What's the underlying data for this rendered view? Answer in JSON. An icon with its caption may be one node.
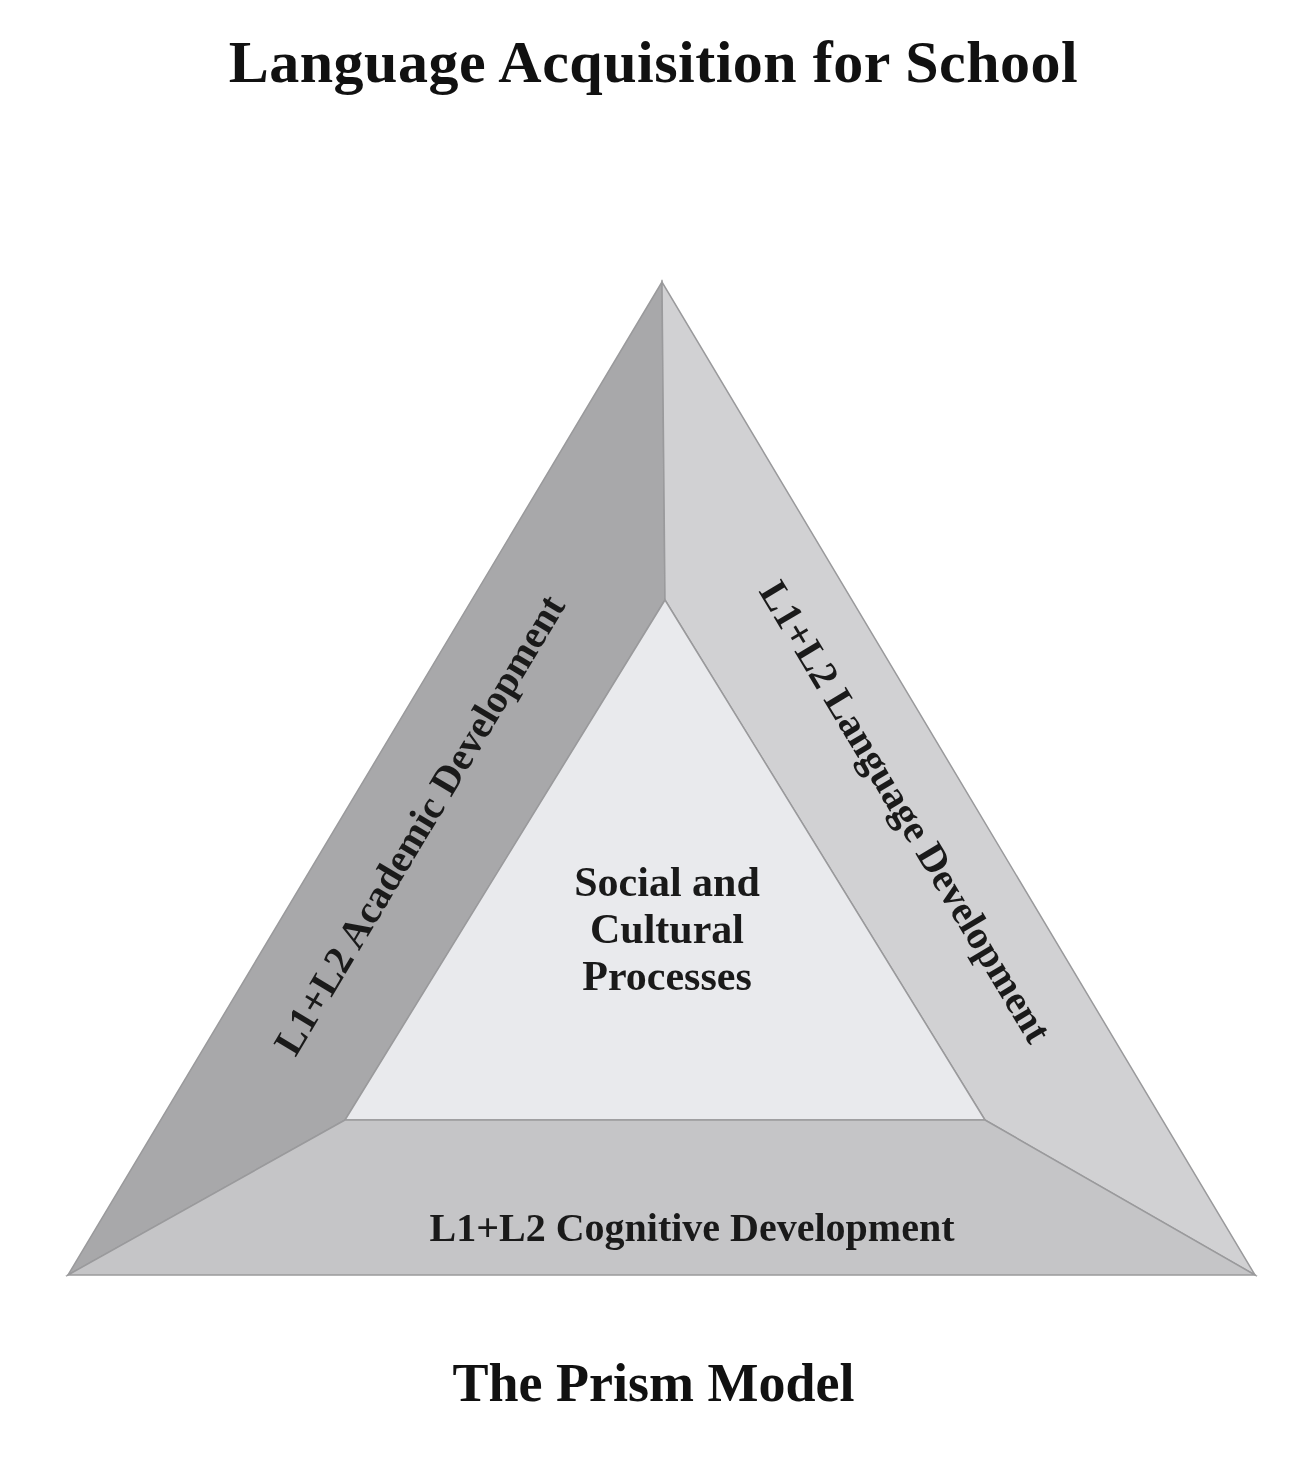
{
  "diagram": {
    "title": "Language Acquisition for School",
    "nodes": [
      {
        "text": [
          "L1+L2 Academic Development"
        ]
      },
      {
        "text": [
          "L1+L2 Language Development"
        ]
      },
      {
        "text": [
          "Social and Cultural Processes"
        ]
      },
      {
        "text": [
          "L1+L2 Cognitive Development"
        ]
      }
    ],
    "caption": "The Prism Model"
  }
}
